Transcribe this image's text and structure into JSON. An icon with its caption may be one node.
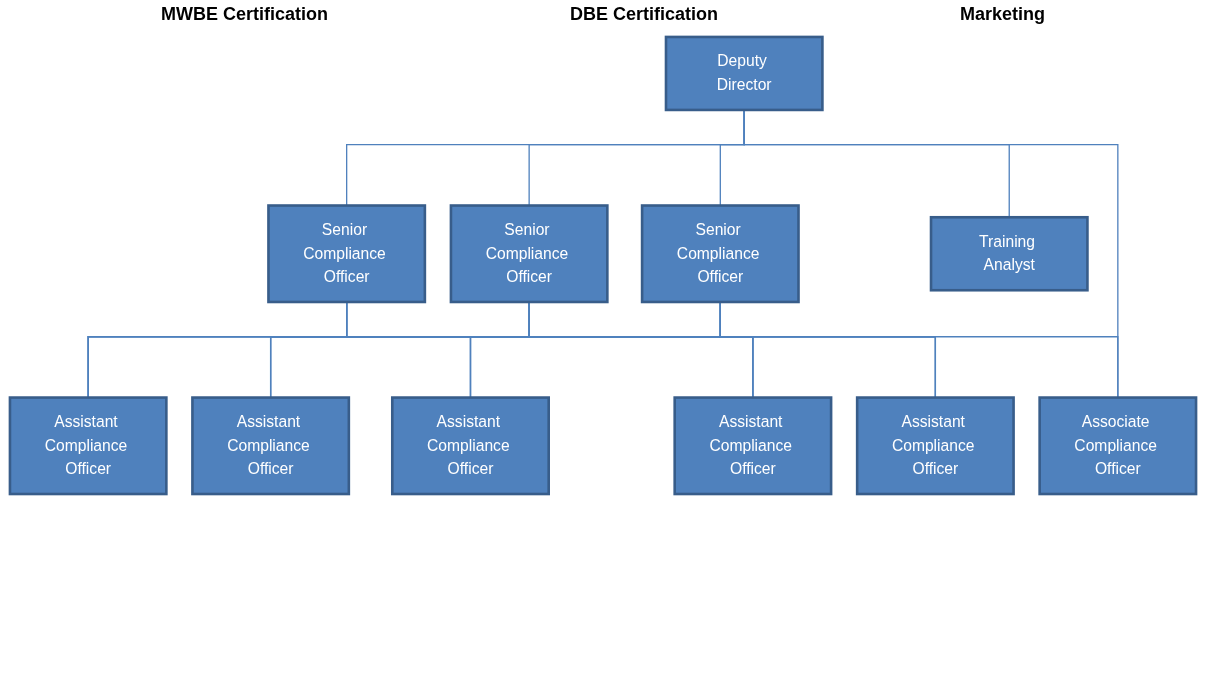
{
  "diagram": {
    "nodes": [
      {
        "text": [
          "Deputy Director"
        ]
      },
      {
        "text": [
          "Senior Compliance Officer"
        ]
      },
      {
        "text": [
          "Senior Compliance Officer"
        ]
      },
      {
        "text": [
          "Senior Compliance Officer"
        ]
      },
      {
        "text": [
          "Associate Compliance Officer"
        ]
      },
      {
        "text": [
          "Training Analyst"
        ]
      },
      {
        "text": [
          "Assistant Compliance Officer"
        ]
      },
      {
        "text": [
          "Assistant Compliance Officer"
        ]
      },
      {
        "text": [
          "Assistant Compliance Officer"
        ]
      },
      {
        "text": [
          "Assistant Compliance Officer"
        ]
      },
      {
        "text": [
          "Assistant Compliance Officer"
        ]
      }
    ],
    "edges": [
      {
        "from": 0,
        "to": 1,
        "arrow": "none"
      },
      {
        "from": 0,
        "to": 2,
        "arrow": "none"
      },
      {
        "from": 0,
        "to": 3,
        "arrow": "none"
      },
      {
        "from": 0,
        "to": 4,
        "arrow": "none"
      },
      {
        "from": 0,
        "to": 5,
        "arrow": "none"
      },
      {
        "from": 3,
        "to": 4,
        "arrow": "none"
      },
      {
        "from": 1,
        "to": 6,
        "arrow": "none"
      },
      {
        "from": 1,
        "to": 7,
        "arrow": "none"
      },
      {
        "from": 1,
        "to": 8,
        "arrow": "none"
      },
      {
        "from": 1,
        "to": 9,
        "arrow": "none"
      },
      {
        "from": 1,
        "to": 10,
        "arrow": "none"
      },
      {
        "from": 2,
        "to": 6,
        "arrow": "none"
      },
      {
        "from": 2,
        "to": 7,
        "arrow": "none"
      },
      {
        "from": 2,
        "to": 8,
        "arrow": "none"
      },
      {
        "from": 2,
        "to": 9,
        "arrow": "none"
      },
      {
        "from": 2,
        "to": 10,
        "arrow": "none"
      },
      {
        "from": 3,
        "to": 6,
        "arrow": "none"
      },
      {
        "from": 3,
        "to": 7,
        "arrow": "none"
      },
      {
        "from": 3,
        "to": 8,
        "arrow": "none"
      },
      {
        "from": 3,
        "to": 9,
        "arrow": "none"
      },
      {
        "from": 3,
        "to": 10,
        "arrow": "none"
      }
    ],
    "labels": [
      "MWBE Certification",
      "DBE Certification",
      "Marketing"
    ]
  }
}
